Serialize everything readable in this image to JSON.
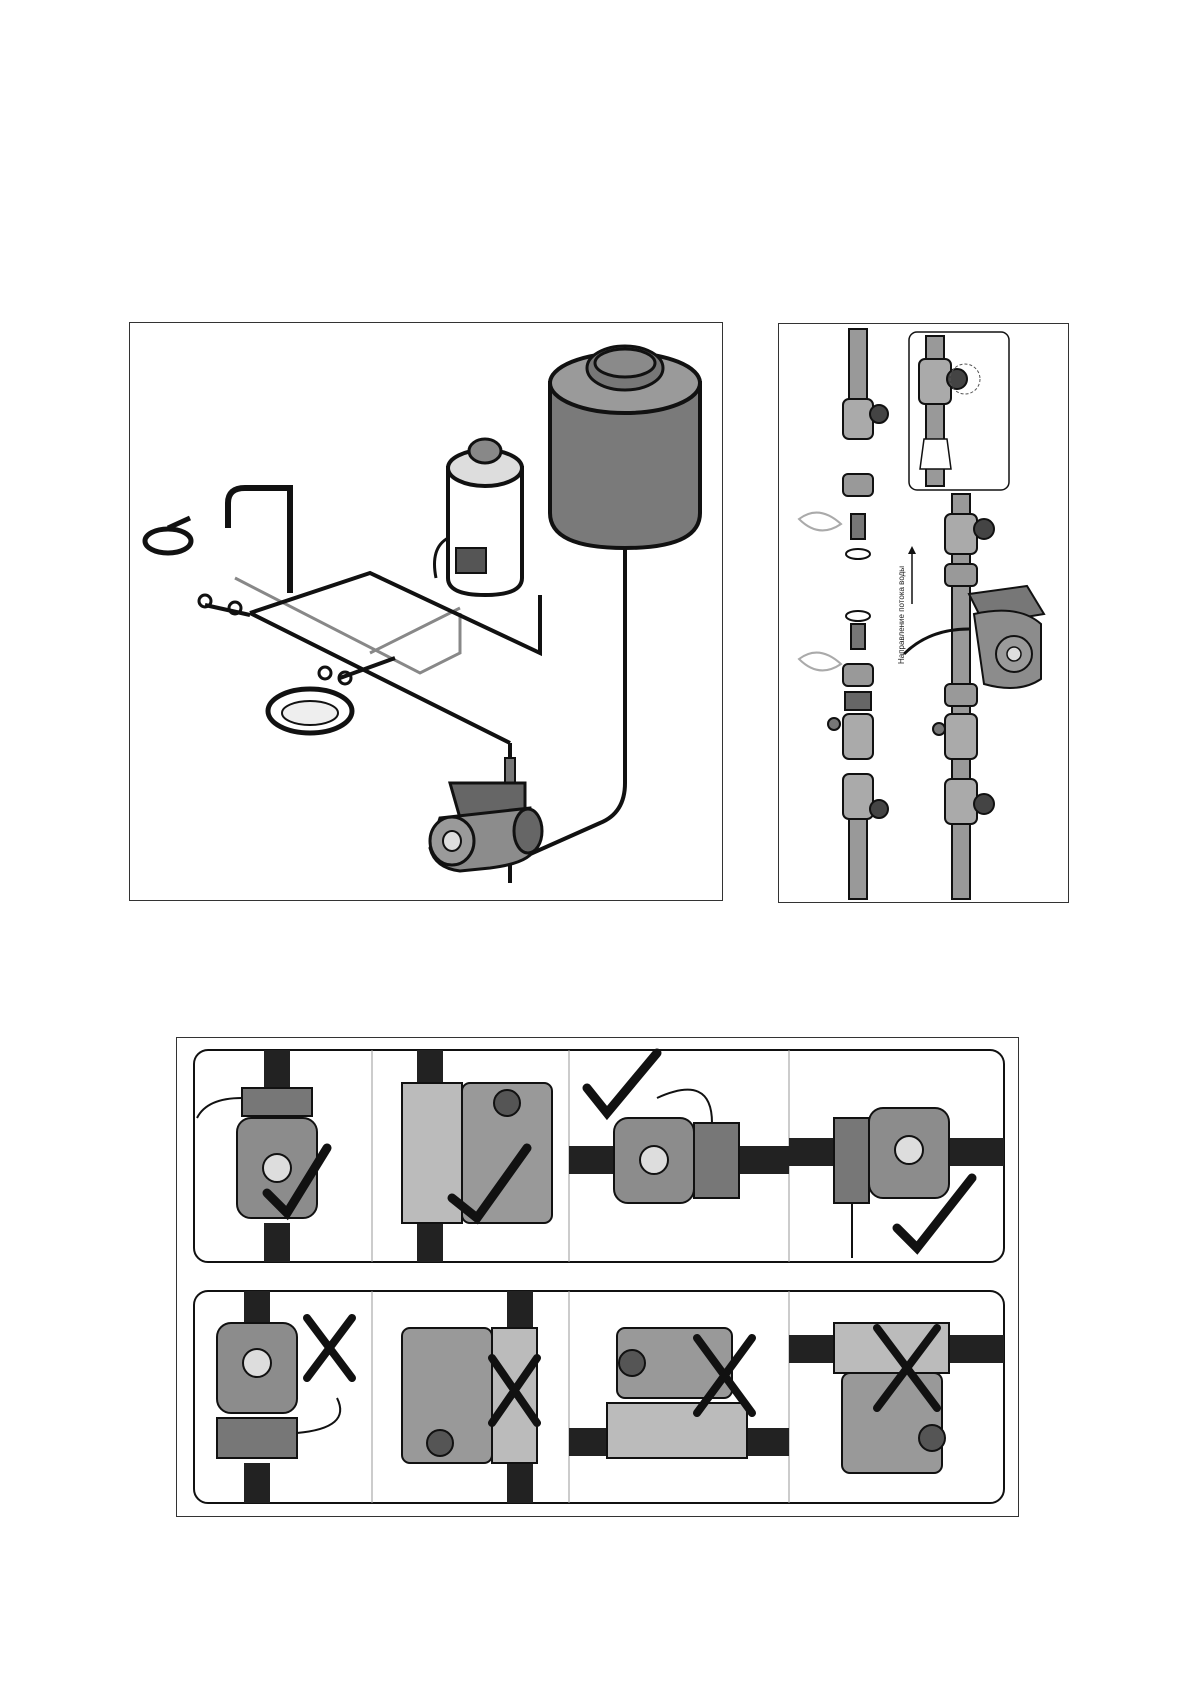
{
  "figures": {
    "system_diagram": {},
    "installation": {
      "flow_label": "Направление потока воды"
    },
    "positions": {
      "rows": [
        {
          "status": "allowed",
          "symbol": "check",
          "count": 4
        },
        {
          "status": "forbidden",
          "symbol": "cross",
          "count": 4
        }
      ]
    }
  },
  "colors": {
    "outline": "#1a1a1a",
    "pump_body": "#8c8c8c",
    "tank": "#7a7a7a",
    "hot_line": "#1a1a1a",
    "cold_line": "#8a8a8a"
  }
}
